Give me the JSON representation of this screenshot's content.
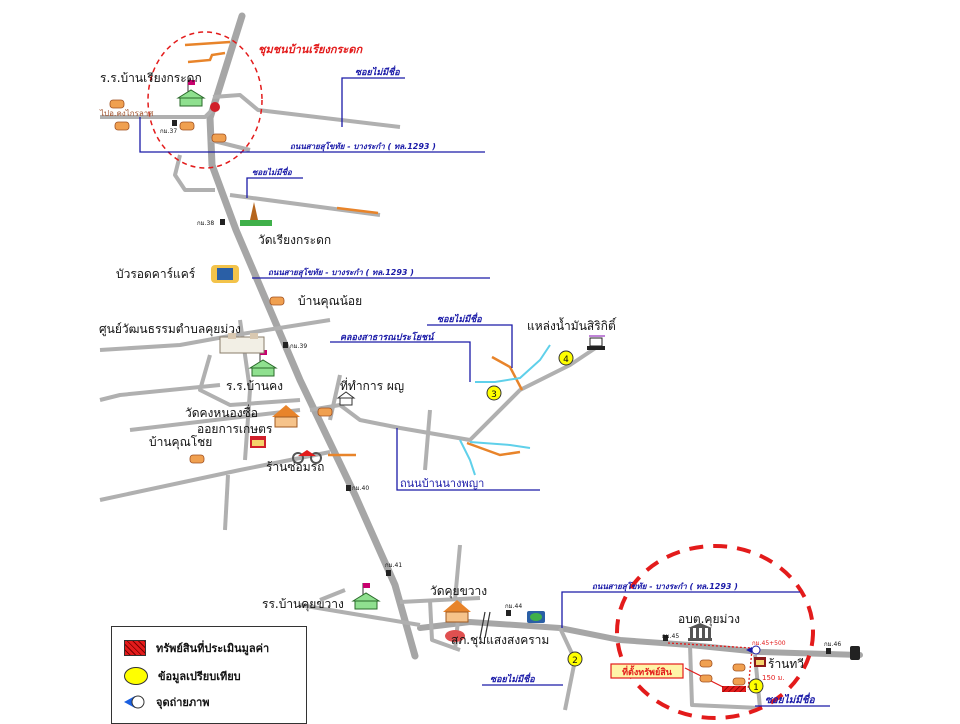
{
  "map": {
    "community_label": "ชุมชนบ้านเรียงกระดก",
    "places": {
      "school_riang": "ร.ร.บ้านเรียงกระดก",
      "wat_riang": "วัดเรียงกระดก",
      "bua_rod": "บัวรอดคาร์แคร์",
      "ban_khun_noi": "บ้านคุณน้อย",
      "culture_center": "ศูนย์วัฒนธรรมตำบลคุยม่วง",
      "school_khong": "ร.ร.บ้านคง",
      "post_office": "ที่ทำการ ผญ",
      "wat_khong": "วัดคงหนองซื่อ",
      "agri_coop": "ออยการเกษตร",
      "ban_khun_choi": "บ้านคุณโชย",
      "motor_shop": "ร้านซ่อมรถ",
      "oil_source": "แหล่งน้ำมันสิริกิติ์",
      "school_khui": "รร.บ้านคุยขวาง",
      "wat_khui": "วัดคุยขวาง",
      "police": "สภ.ชุมแสงสงคราม",
      "obt": "อบต.คุยม่วง",
      "shop": "ร้านทวี",
      "property_location": "ที่ตั้งทรัพย์สิน",
      "to_district": "ไปอ.คงไกรลาศ"
    },
    "road_labels": {
      "hwy_1293_a": "ถนนสายสุโขทัย - บางระกำ ( ทล.1293 )",
      "hwy_1293_b": "ถนนสายสุโขทัย - บางระกำ ( ทล.1293 )",
      "hwy_1293_c": "ถนนสายสุโขทัย - บางระกำ ( ทล.1293 )",
      "soi_1": "ซอยไม่มีชื่อ",
      "soi_2": "ซอยไม่มีชื่อ",
      "soi_3": "ซอยไม่มีชื่อ",
      "soi_4": "ซอยไม่มีชื่อ",
      "soi_5": "ซอยไม่มีชื่อ",
      "canal": "คลองสาธารณประโยชน์",
      "nang_phaya": "ถนนบ้านนางพญา"
    },
    "km_markers": {
      "k37": "กม.37",
      "k38": "กม.38",
      "k39": "กม.39",
      "k40": "กม.40",
      "k41": "กม.41",
      "k44": "กม.44",
      "k45": "กม.45",
      "k45_500": "กม.45+500",
      "k46": "กม.46"
    },
    "distance": "150 ม.",
    "comparables": [
      "1",
      "2",
      "3",
      "4"
    ]
  },
  "legend": {
    "items": [
      {
        "label": "ทรัพย์สินที่ประเมินมูลค่า",
        "icon": "hatched-red-square"
      },
      {
        "label": "ข้อมูลเปรียบเทียบ",
        "icon": "yellow-circle"
      },
      {
        "label": "จุดถ่ายภาพ",
        "icon": "camera-viewpoint"
      }
    ]
  },
  "colors": {
    "road": "#a6a6a6",
    "label_blue": "#1a1aa8",
    "highlight_red": "#e31b1b",
    "comparable_yellow": "#ffff00",
    "water": "#5fd0ea",
    "orange_road": "#e8842a"
  }
}
